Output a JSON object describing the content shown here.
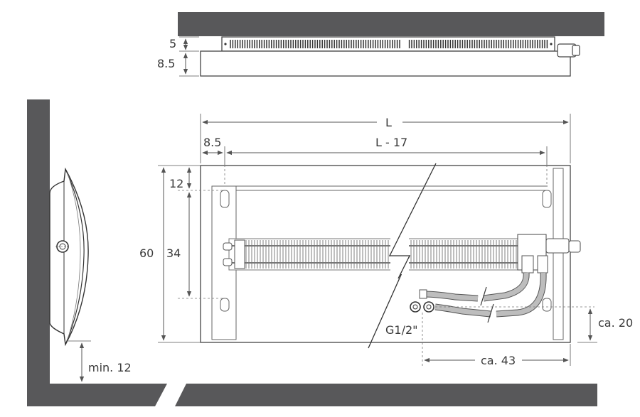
{
  "colors": {
    "wall": "#58585a",
    "line": "#444444",
    "dim": "#555555",
    "pipe": "#a8a8a8",
    "fin": "#888888"
  },
  "dimensions": {
    "top_view_gap": "5",
    "top_view_depth": "8.5",
    "length": "L",
    "side_offset": "8.5",
    "inner_length": "L - 17",
    "top_offset": "12",
    "height": "60",
    "bracket_spacing": "34",
    "floor_clearance": "min. 12",
    "thread": "G1/2\"",
    "connection_height": "ca. 20",
    "connection_offset": "ca. 43"
  }
}
